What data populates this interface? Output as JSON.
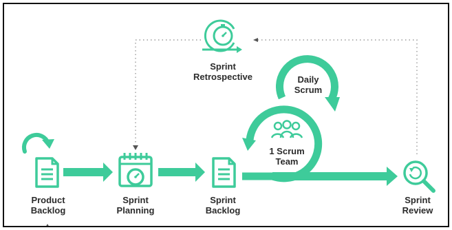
{
  "diagram": {
    "colors": {
      "accent": "#3ecb9a",
      "text": "#2b2b2b",
      "border": "#111111",
      "dots": "#9a9a9a"
    },
    "stages": {
      "product_backlog": {
        "line1": "Product",
        "line2": "Backlog",
        "icon": "document-icon"
      },
      "sprint_planning": {
        "line1": "Sprint",
        "line2": "Planning",
        "icon": "calendar-clock-icon"
      },
      "sprint_backlog": {
        "line1": "Sprint",
        "line2": "Backlog",
        "icon": "document-icon"
      },
      "scrum_team": {
        "line1": "1 Scrum",
        "line2": "Team",
        "icon": "team-icon"
      },
      "sprint_review": {
        "line1": "Sprint",
        "line2": "Review",
        "icon": "magnifier-icon"
      },
      "sprint_retrospective": {
        "line1": "Sprint",
        "line2": "Retrospective",
        "icon": "stopwatch-cycle-icon"
      },
      "daily_scrum": {
        "line1": "Daily",
        "line2": "Scrum",
        "icon": "cycle-arrow-icon"
      }
    }
  }
}
